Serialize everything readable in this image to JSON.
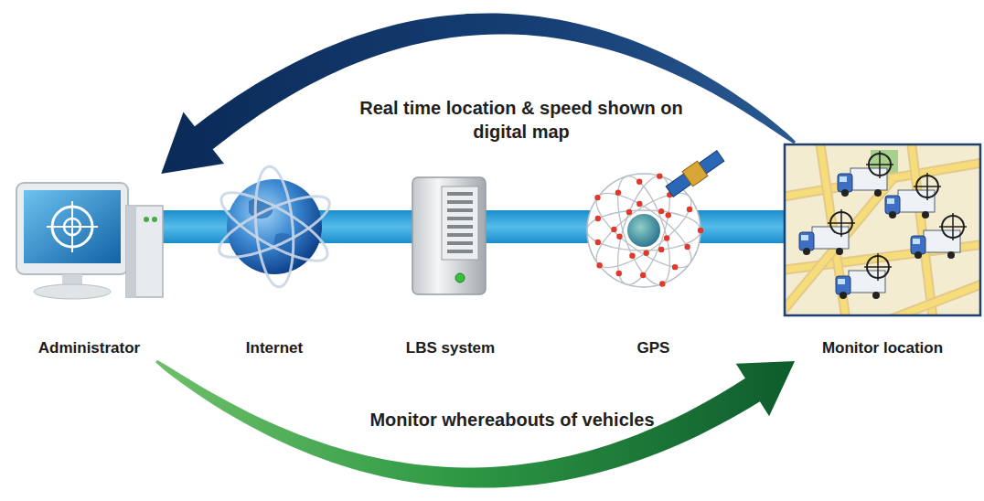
{
  "diagram": {
    "nodes": [
      {
        "text": [
          "Administrator"
        ]
      },
      {
        "text": [
          "Internet"
        ]
      },
      {
        "text": [
          "LBS system"
        ]
      },
      {
        "text": [
          "GPS"
        ]
      },
      {
        "text": [
          "Monitor location"
        ]
      }
    ],
    "edges": [
      {
        "from": 0,
        "to": 1,
        "arrow": "none"
      },
      {
        "from": 1,
        "to": 2,
        "arrow": "none"
      },
      {
        "from": 2,
        "to": 3,
        "arrow": "none"
      },
      {
        "from": 3,
        "to": 4,
        "arrow": "none"
      },
      {
        "from": 4,
        "to": 0,
        "arrow": "to",
        "label": "Real time location & speed shown on digital map"
      },
      {
        "from": 0,
        "to": 4,
        "arrow": "to",
        "label": "Monitor whereabouts of vehicles"
      }
    ]
  }
}
